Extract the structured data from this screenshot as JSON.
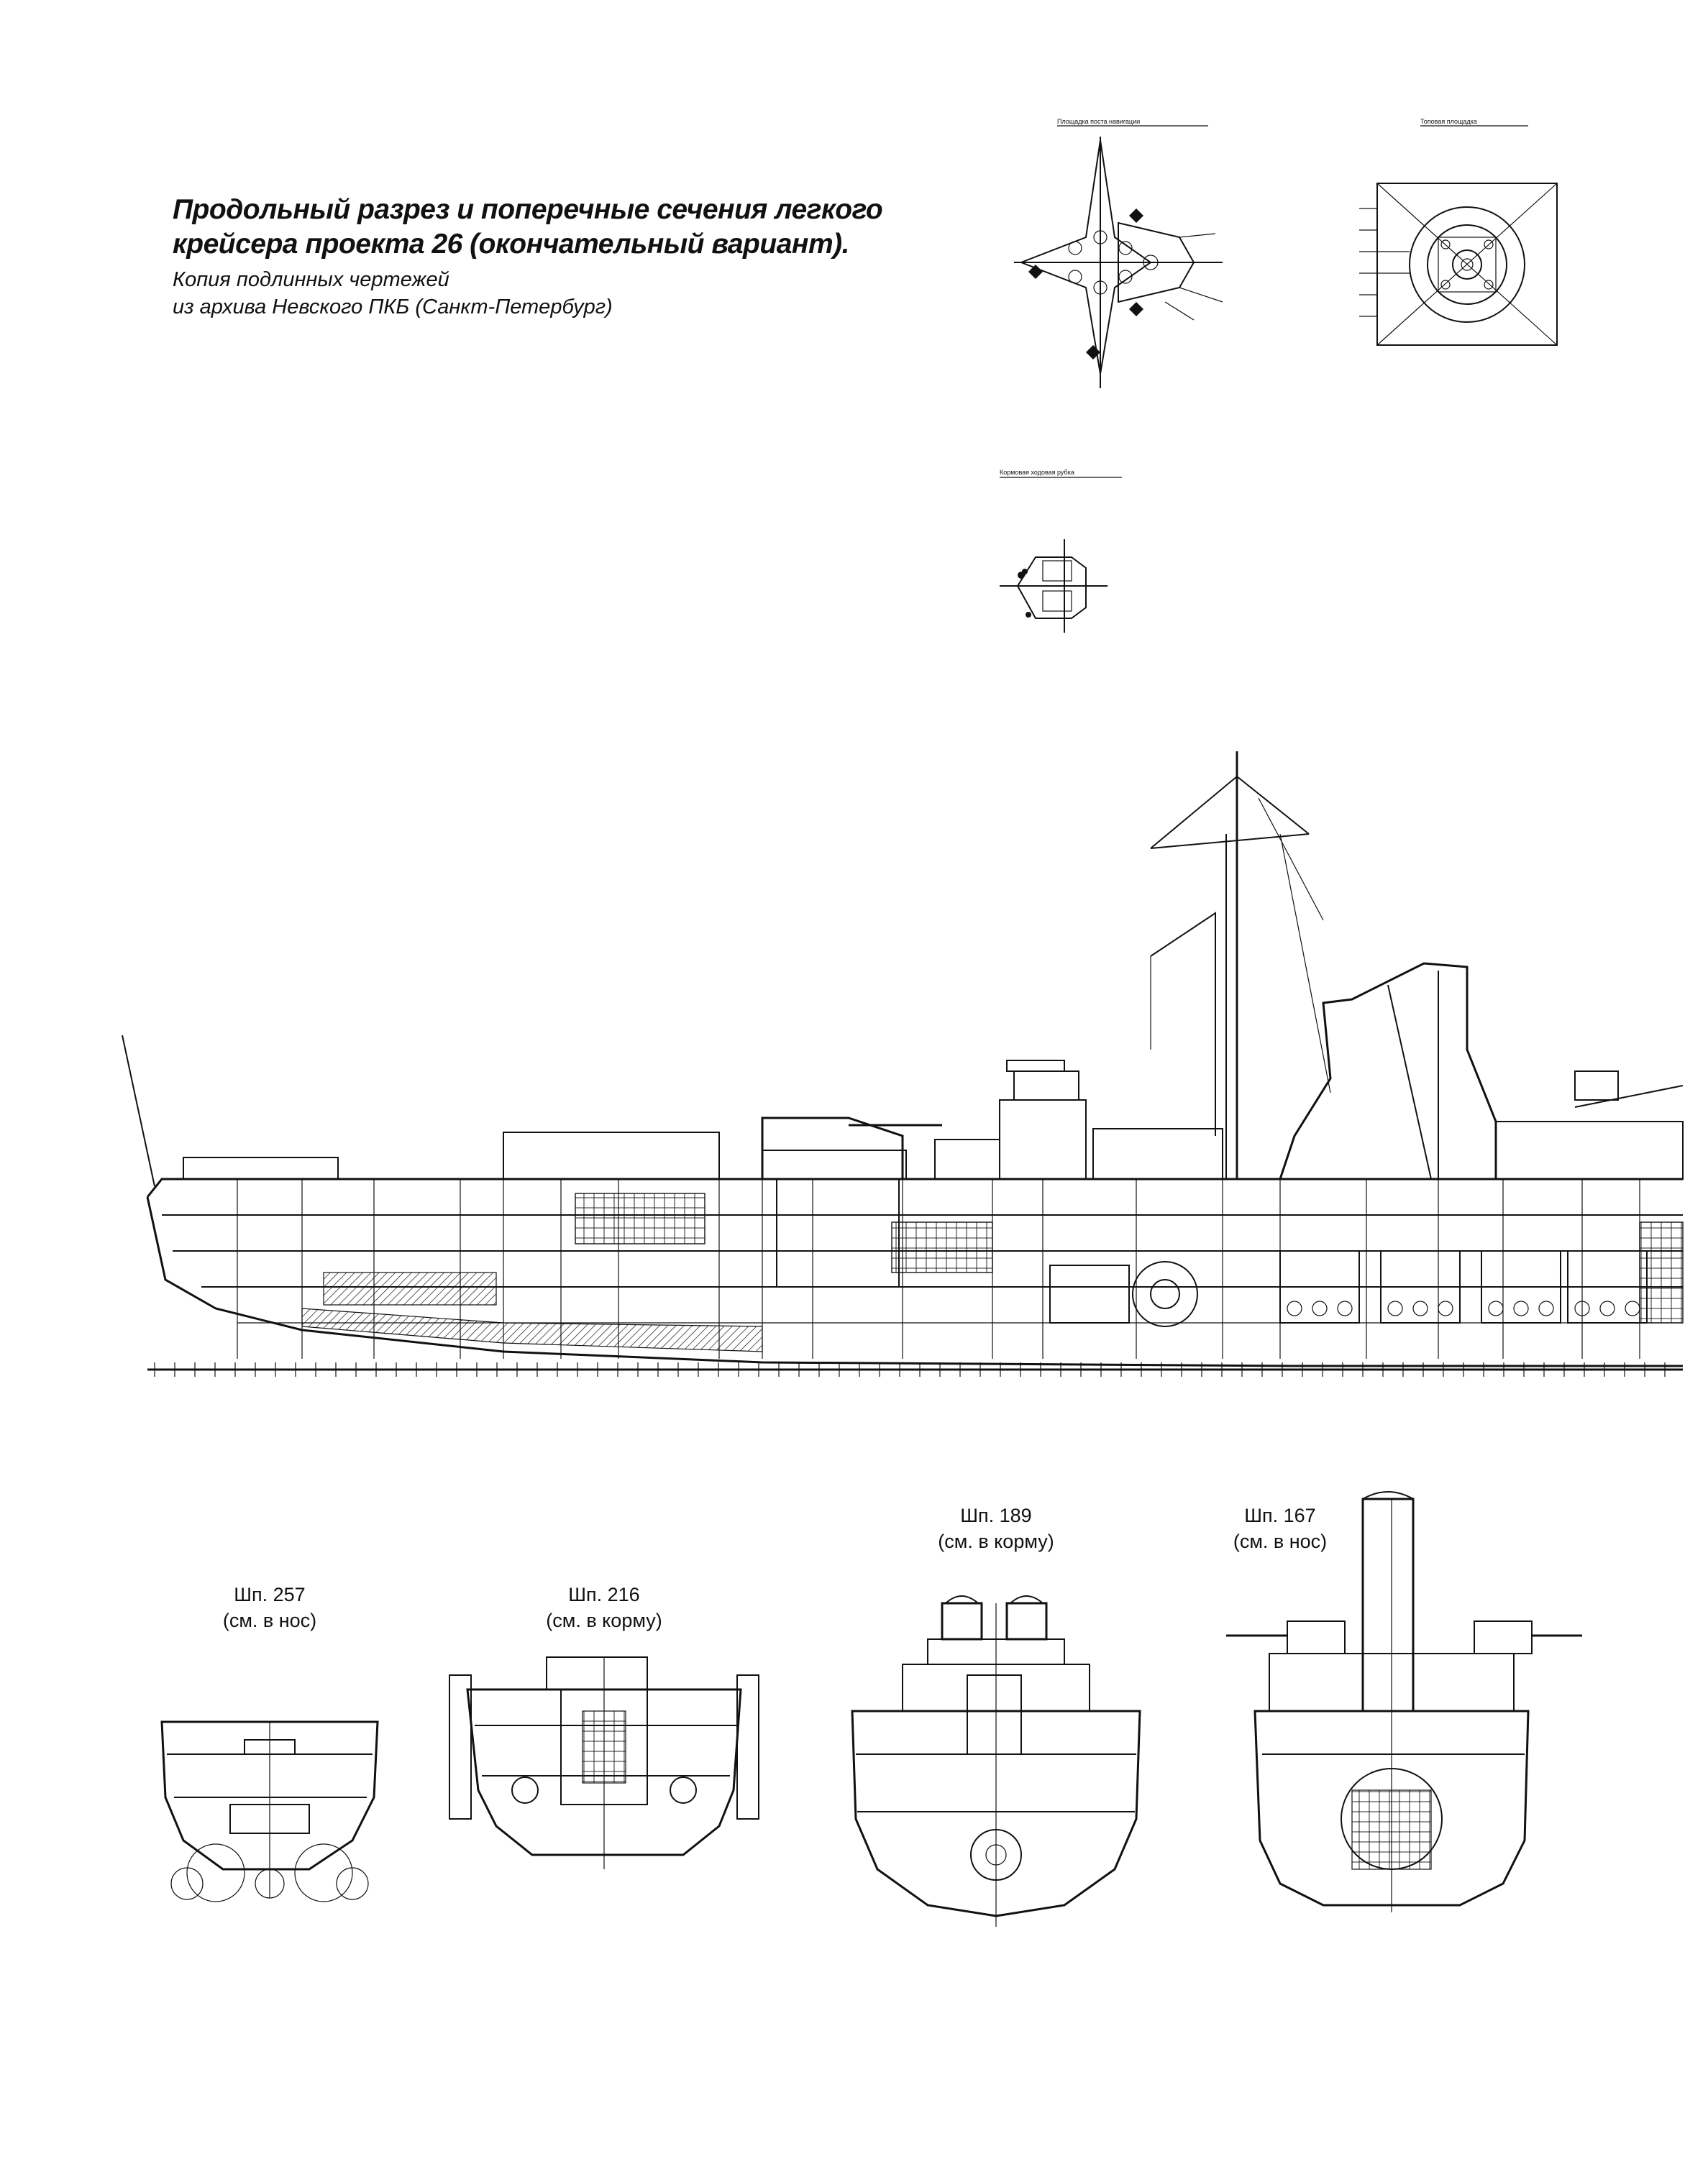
{
  "caption": {
    "title_line1": "Продольный разрез и поперечные сечения легкого",
    "title_line2": "крейсера проекта 26 (окончательный вариант).",
    "subtitle_line1": "Копия подлинных чертежей",
    "subtitle_line2": "из архива Невского ПКБ (Санкт-Петербург)"
  },
  "sections": [
    {
      "frame": "Шп. 257",
      "direction": "(см. в нос)"
    },
    {
      "frame": "Шп. 216",
      "direction": "(см. в корму)"
    },
    {
      "frame": "Шп. 189",
      "direction": "(см. в корму)"
    },
    {
      "frame": "Шп. 167",
      "direction": "(см. в нос)"
    }
  ],
  "plans": {
    "navigation_post": "Площадка поста навигации",
    "top_platform": "Топовая площадка",
    "conning_tower": "Кормовая ходовая рубка"
  }
}
